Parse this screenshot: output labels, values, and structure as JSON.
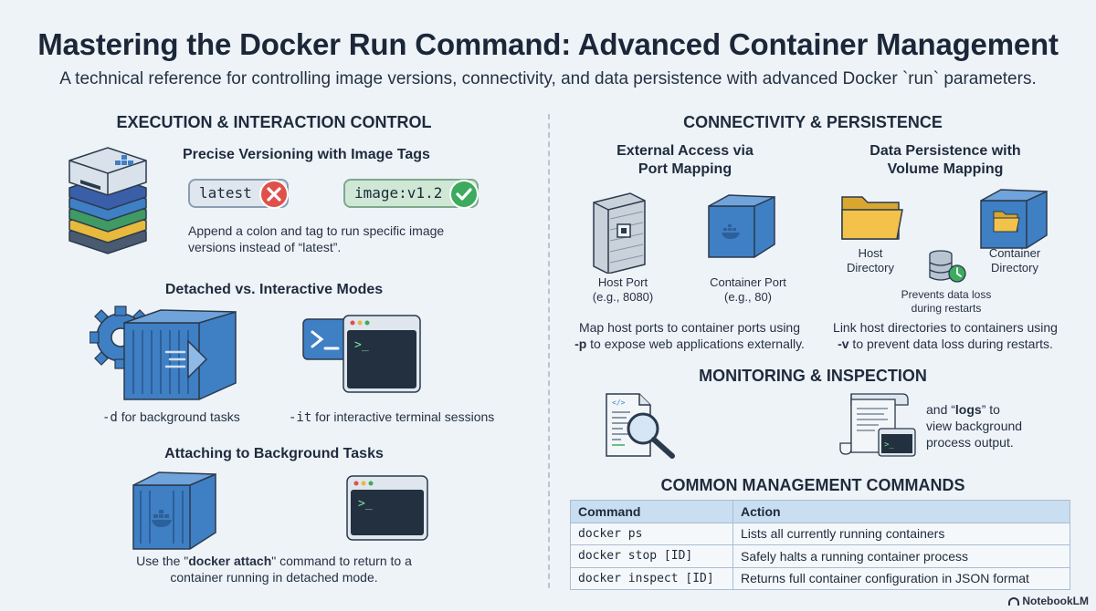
{
  "header": {
    "title": "Mastering the Docker Run Command: Advanced Container Management",
    "subtitle": "A technical reference for controlling image versions, connectivity, and data persistence with advanced Docker `run` parameters."
  },
  "left": {
    "section_title": "EXECUTION & INTERACTION CONTROL",
    "versioning": {
      "title": "Precise Versioning with Image Tags",
      "tag_bad": "latest",
      "tag_good": "image:v1.2",
      "desc_line1": "Append a colon and tag to run specific image",
      "desc_line2": "versions instead of “latest”."
    },
    "modes": {
      "title": "Detached vs. Interactive Modes",
      "detached_flag": "-d",
      "detached_text": " for background tasks",
      "interactive_flag": "-it",
      "interactive_text": " for interactive terminal sessions",
      "terminal_prompt": ">_"
    },
    "attach": {
      "title": "Attaching to Background Tasks",
      "desc_pre": "Use the \"",
      "desc_cmd": "docker attach",
      "desc_post": "\" command to return to a",
      "desc_line2": "container running in detached mode.",
      "terminal_prompt": ">_"
    }
  },
  "right": {
    "section_title": "CONNECTIVITY & PERSISTENCE",
    "port": {
      "title_line1": "External Access via",
      "title_line2": "Port Mapping",
      "host_label_line1": "Host Port",
      "host_label_line2": "(e.g., 8080)",
      "container_label_line1": "Container Port",
      "container_label_line2": "(e.g., 80)",
      "desc_line1": "Map host ports to container ports using",
      "desc_flag": "-p",
      "desc_line2": " to expose web applications externally."
    },
    "volume": {
      "title_line1": "Data Persistence with",
      "title_line2": "Volume Mapping",
      "host_label_line1": "Host",
      "host_label_line2": "Directory",
      "container_label_line1": "Container",
      "container_label_line2": "Directory",
      "db_label_line1": "Prevents data loss",
      "db_label_line2": "during restarts",
      "desc_line1": "Link host directories to containers using",
      "desc_flag": "-v",
      "desc_line2": " to prevent data loss during restarts."
    },
    "monitoring": {
      "title": "MONITORING & INSPECTION",
      "desc_pre": "and “",
      "desc_bold": "logs",
      "desc_post": "” to",
      "desc_line2": "view background",
      "desc_line3": "process output.",
      "file_tag": "</>",
      "terminal_prompt": ">_"
    },
    "commands": {
      "title": "COMMON MANAGEMENT COMMANDS",
      "headers": [
        "Command",
        "Action"
      ],
      "rows": [
        [
          "docker ps",
          "Lists all currently running containers"
        ],
        [
          "docker stop [ID]",
          "Safely halts a running container process"
        ],
        [
          "docker inspect [ID]",
          "Returns full container configuration in JSON format"
        ]
      ]
    }
  },
  "footer": {
    "brand": "NotebookLM"
  },
  "colors": {
    "background": "#eef3f8",
    "container_blue": "#3f7fc4",
    "terminal_dark": "#22303f",
    "error_red": "#e0504a",
    "success_green": "#3daa5e",
    "folder_yellow": "#f2c24a"
  }
}
